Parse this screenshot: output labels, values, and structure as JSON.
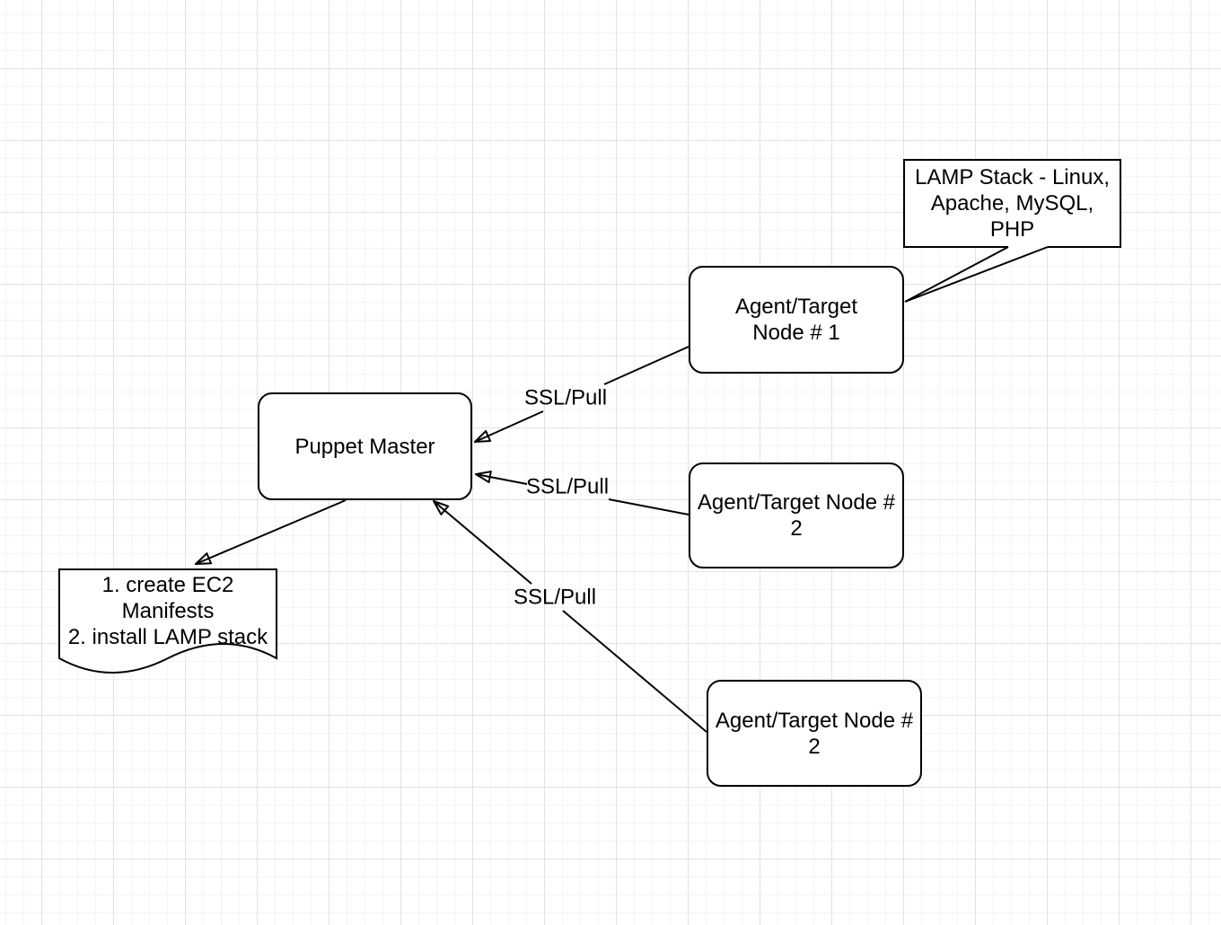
{
  "diagram": {
    "nodes": {
      "puppet_master": {
        "label": "Puppet Master"
      },
      "agent_node_1": {
        "line1": "Agent/Target",
        "line2": "Node # 1"
      },
      "agent_node_2": {
        "line1": "Agent/Target Node #",
        "line2": "2"
      },
      "agent_node_3": {
        "line1": "Agent/Target Node #",
        "line2": "2"
      }
    },
    "callout": {
      "line1": "LAMP Stack - Linux,",
      "line2": "Apache, MySQL,",
      "line3": "PHP"
    },
    "document": {
      "line1": "1. create EC2",
      "line2": "Manifests",
      "line3": "2. install LAMP stack"
    },
    "edge_labels": {
      "agent1_to_master": "SSL/Pull",
      "agent2_to_master": "SSL/Pull",
      "agent3_to_master": "SSL/Pull"
    },
    "colors": {
      "shape_stroke": "#000000",
      "shape_fill": "#ffffff",
      "text": "#000000",
      "canvas_background": "#ffffff",
      "grid_minor": "#f4f4f4",
      "grid_major": "#e2e2e2"
    }
  }
}
